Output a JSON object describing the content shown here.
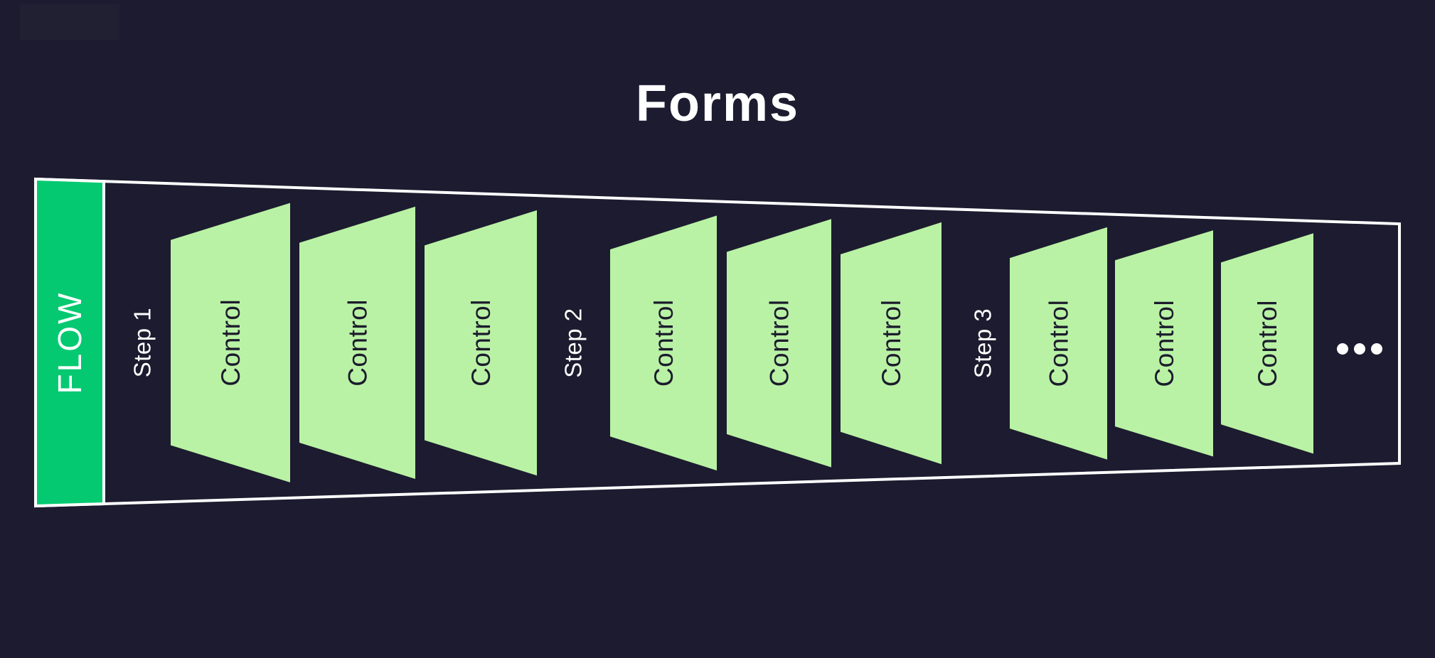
{
  "title": "Forms",
  "flow": {
    "label": "FLOW"
  },
  "steps": [
    {
      "label": "Step 1",
      "controls": [
        "Control",
        "Control",
        "Control"
      ]
    },
    {
      "label": "Step 2",
      "controls": [
        "Control",
        "Control",
        "Control"
      ]
    },
    {
      "label": "Step 3",
      "controls": [
        "Control",
        "Control",
        "Control"
      ]
    }
  ],
  "ellipsis": {
    "icon": "ellipsis-dots",
    "dot_count": 3
  },
  "colors": {
    "background": "#1C1B2F",
    "panel_green": "#B9F2A4",
    "flow_green": "#05C971",
    "outline_white": "#FFFFFF",
    "panel_text": "#1B1B2D"
  }
}
